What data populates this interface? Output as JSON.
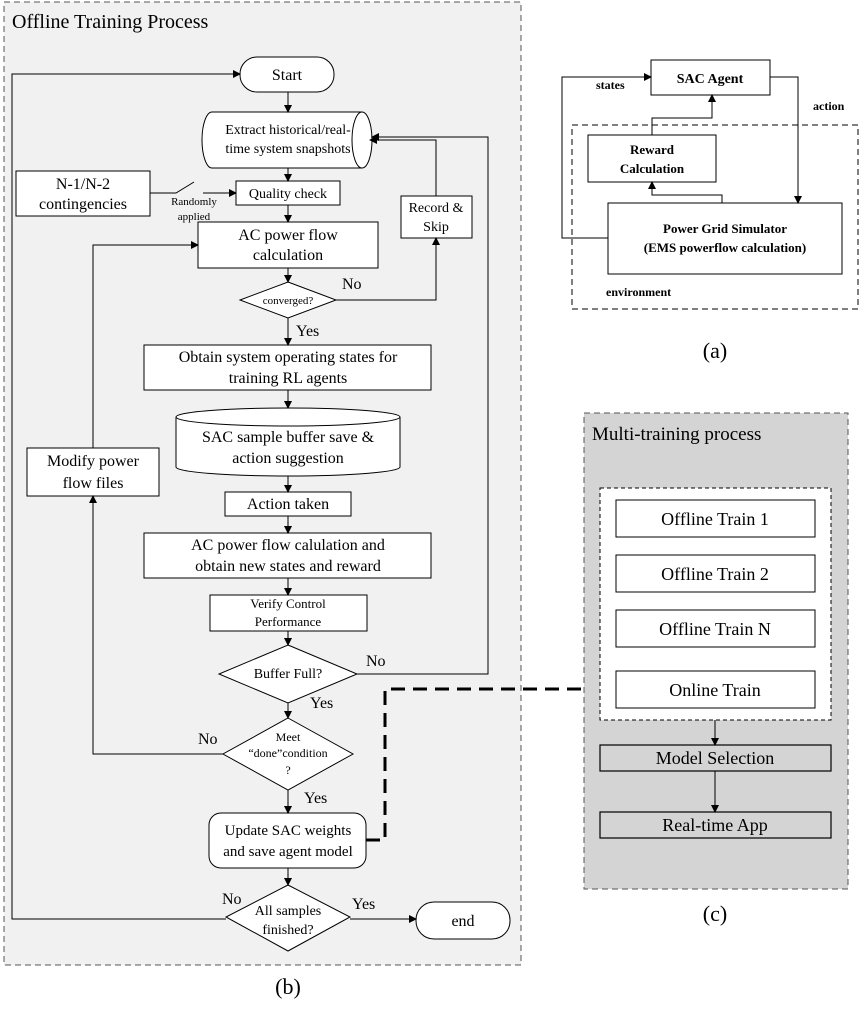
{
  "panel_b": {
    "title": "Offline Training Process",
    "caption": "(b)",
    "nodes": {
      "start": "Start",
      "extract": [
        "Extract historical/real-",
        "time system snapshots"
      ],
      "contingencies": [
        "N-1/N-2",
        "contingencies"
      ],
      "randomly": [
        "Randomly",
        "applied"
      ],
      "quality": "Quality check",
      "record": [
        "Record &",
        "Skip"
      ],
      "acpf": [
        "AC power flow",
        "calculation"
      ],
      "converged": "converged?",
      "obtain": [
        "Obtain system operating states for",
        "training RL agents"
      ],
      "buffer": [
        "SAC sample buffer save &",
        "action suggestion"
      ],
      "modify": [
        "Modify power",
        "flow files"
      ],
      "action": "Action taken",
      "acpf2": [
        "AC power flow calulation and",
        "obtain new states and reward"
      ],
      "verify": [
        "Verify Control",
        "Performance"
      ],
      "bufferfull": "Buffer Full?",
      "meet": [
        "Meet",
        "“done”condition",
        "?"
      ],
      "update": [
        "Update SAC weights",
        "and save agent model"
      ],
      "allsamples": [
        "All samples",
        "finished?"
      ],
      "end": "end"
    },
    "labels": {
      "no": "No",
      "yes": "Yes"
    }
  },
  "panel_a": {
    "caption": "(a)",
    "agent": "SAC Agent",
    "reward": [
      "Reward",
      "Calculation"
    ],
    "simulator": [
      "Power Grid Simulator",
      "(EMS powerflow calculation)"
    ],
    "states": "states",
    "action": "action",
    "environment": "environment"
  },
  "panel_c": {
    "caption": "(c)",
    "title": "Multi-training process",
    "items": [
      "Offline Train 1",
      "Offline Train 2",
      "Offline Train N",
      "Online Train"
    ],
    "model_selection": "Model Selection",
    "realtime": "Real-time App"
  }
}
